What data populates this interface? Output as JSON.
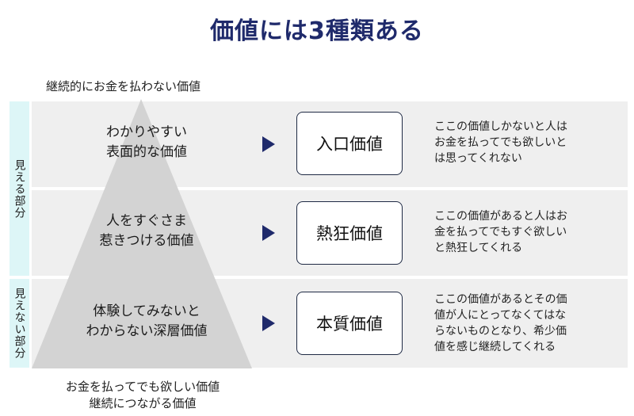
{
  "title": "価値には3種類ある",
  "top_label": "継続的にお金を払わない価値",
  "bottom_label": [
    "お金を払ってでも欲しい価値",
    "継続につながる価値"
  ],
  "side_labels": {
    "visible": "見える部分",
    "invisible": "見えない部分"
  },
  "rows": [
    {
      "left_text": [
        "わかりやすい",
        "表面的な価値"
      ],
      "box_label": "入口価値",
      "description": [
        "ここの価値しかないと人は",
        "お金を払ってでも欲しいと",
        "は思ってくれない"
      ]
    },
    {
      "left_text": [
        "人をすぐさま",
        "惹きつける価値"
      ],
      "box_label": "熱狂価値",
      "description": [
        "ここの価値があると人はお",
        "金を払ってでもすぐ欲しい",
        "と熱狂してくれる"
      ]
    },
    {
      "left_text": [
        "体験してみないと",
        "わからない深層価値"
      ],
      "box_label": "本質価値",
      "description": [
        "ここの価値があるとその価",
        "値が人にとってなくてはな",
        "らないものとなり、希少価",
        "値を感じ継続してくれる"
      ]
    }
  ],
  "colors": {
    "title": "#1f2a6b",
    "band": "#efefef",
    "side": "#ddf6f7",
    "pyramid": "#d3d3d3",
    "arrow": "#1f2a6b"
  }
}
